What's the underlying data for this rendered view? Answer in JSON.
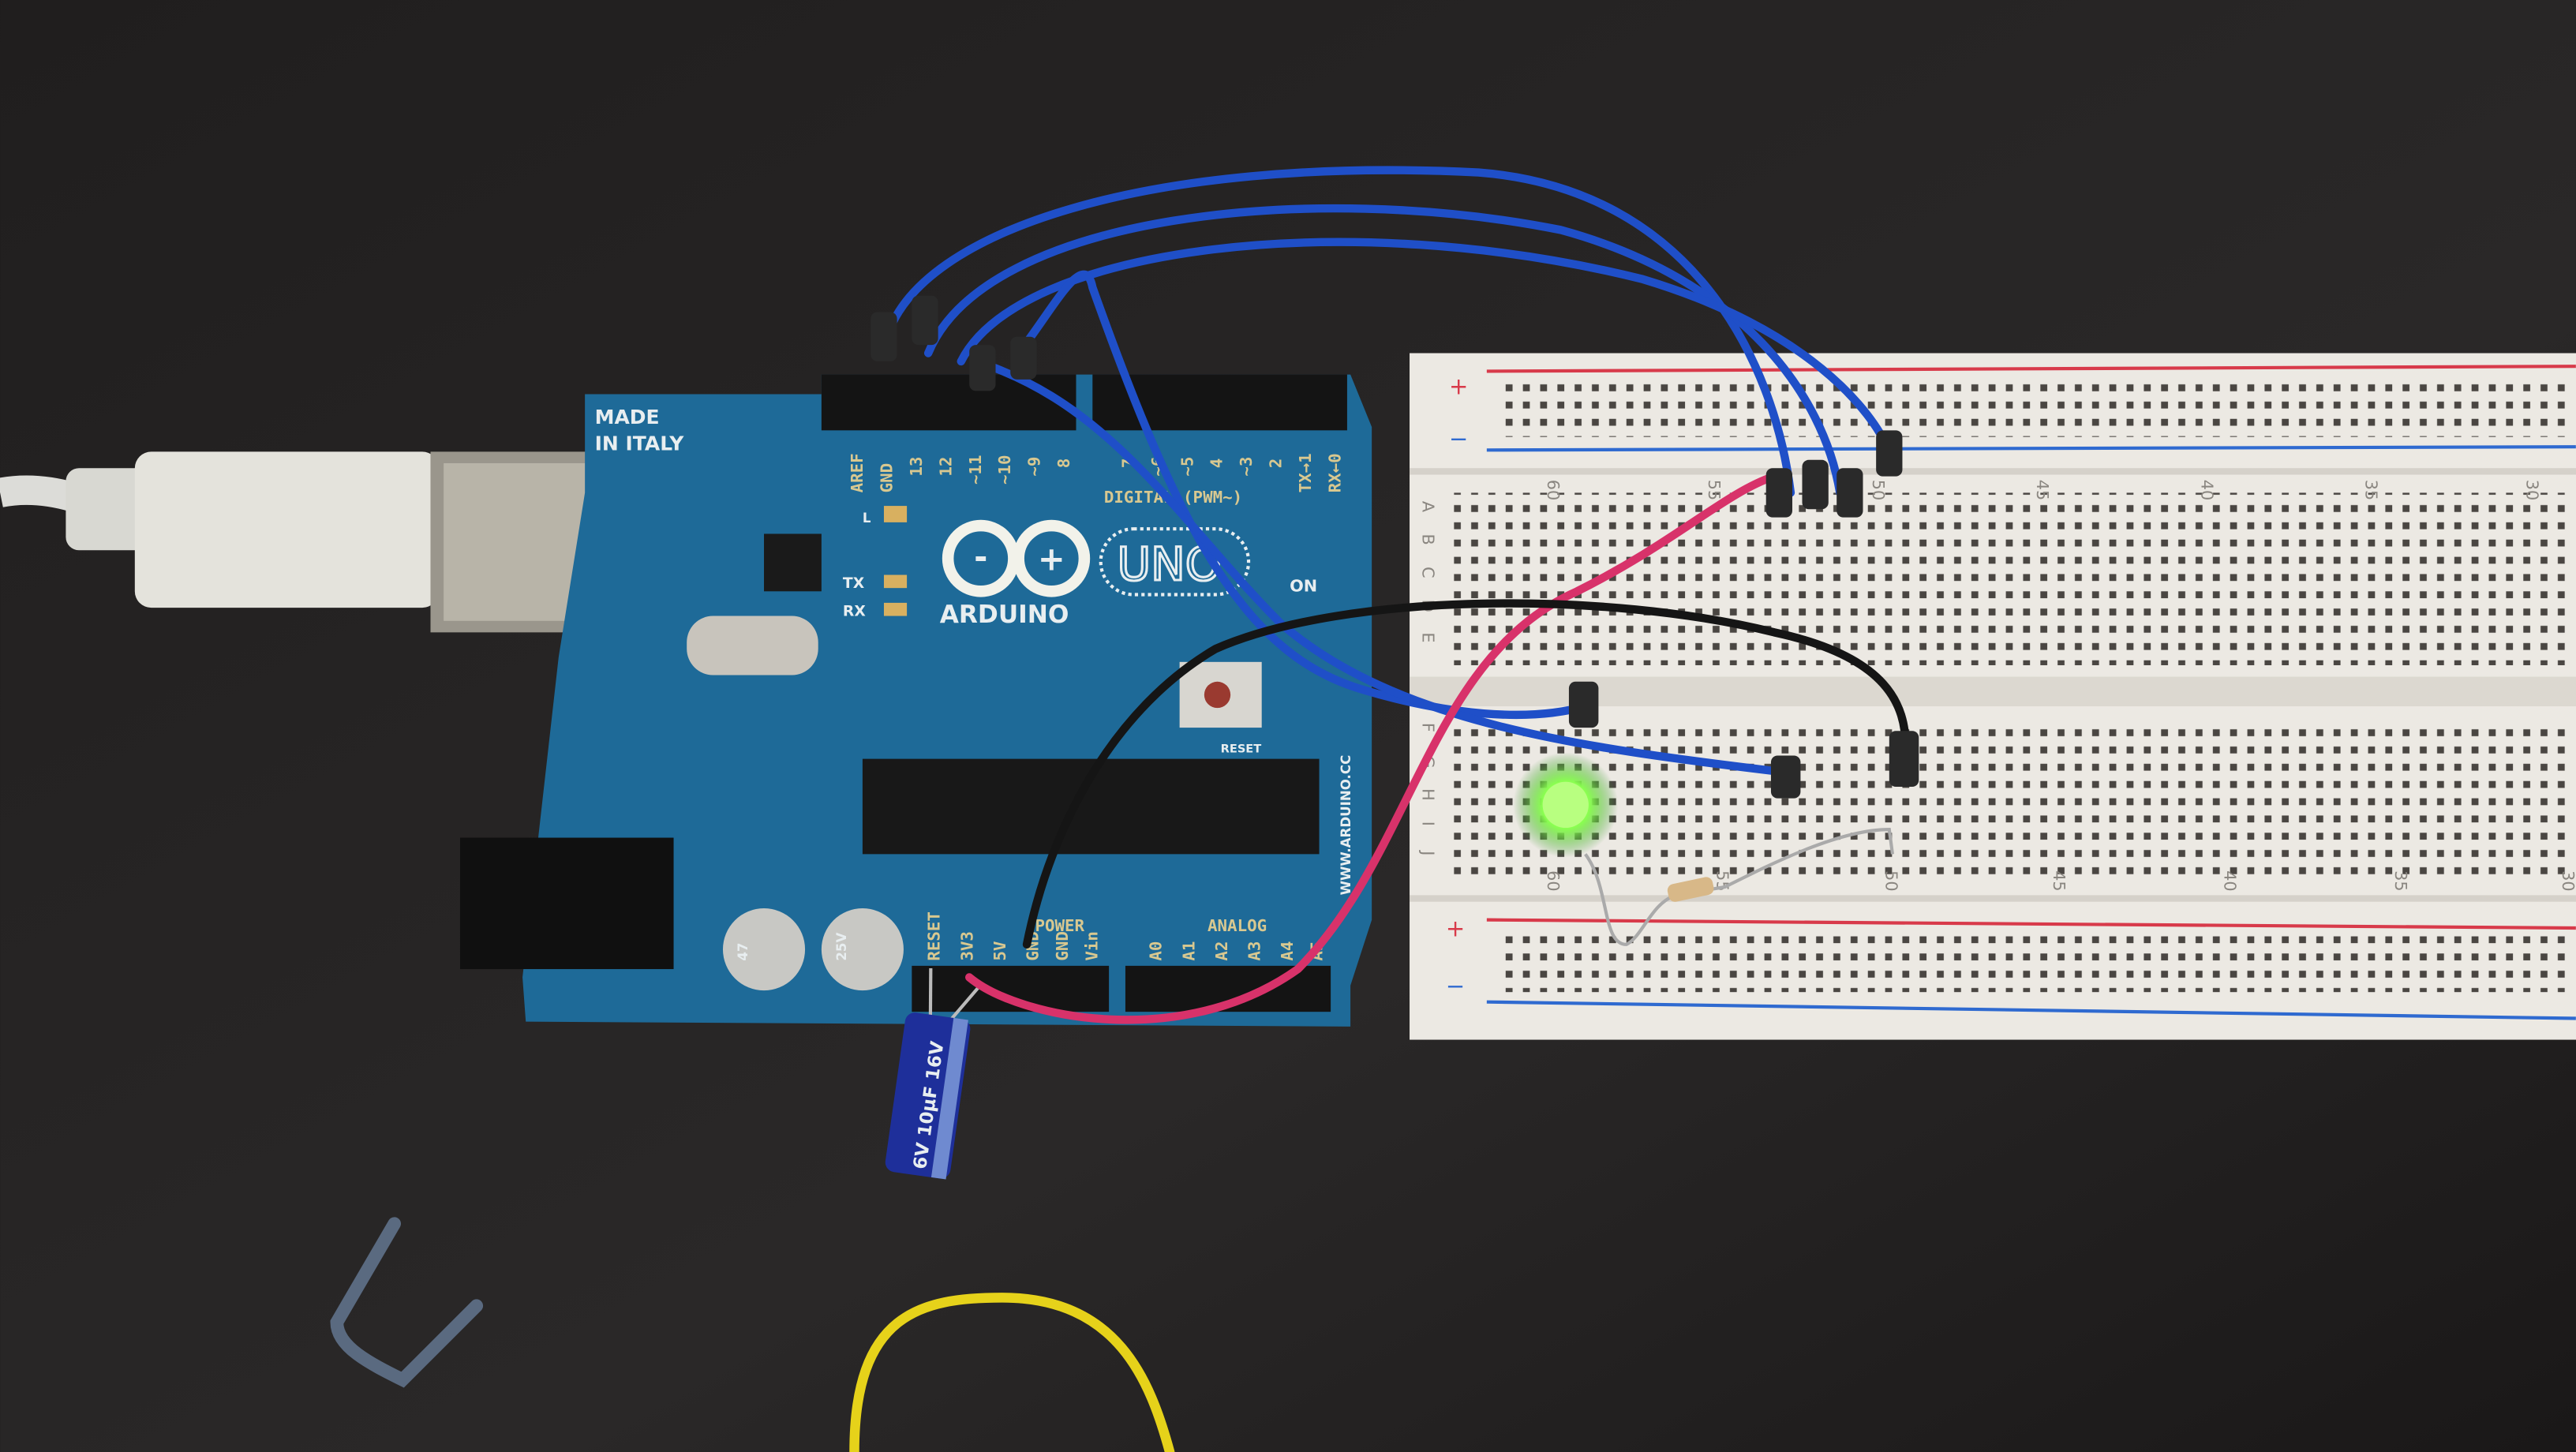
{
  "board": {
    "made_in": "MADE",
    "made_in_2": "IN ITALY",
    "brand": "ARDUINO",
    "model": "UNO",
    "digital_label": "DIGITAL (PWM~)",
    "on_label": "ON",
    "tx_label": "TX",
    "rx_label": "RX",
    "l_label": "L",
    "power_label": "POWER",
    "analog_label": "ANALOG",
    "reset_label": "RESET",
    "website": "WWW.ARDUINO.CC",
    "top_pins": [
      "AREF",
      "GND",
      "13",
      "12",
      "~11",
      "~10",
      "~9",
      "8",
      "7",
      "~6",
      "~5",
      "4",
      "~3",
      "2",
      "TX→1",
      "RX←0"
    ],
    "power_pins": [
      "RESET",
      "3V3",
      "5V",
      "GND",
      "GND",
      "Vin"
    ],
    "analog_pins": [
      "A0",
      "A1",
      "A2",
      "A3",
      "A4",
      "A5"
    ],
    "smd_caps": [
      "47",
      "25V"
    ]
  },
  "capacitor": {
    "label": "6V  10µF 16V"
  },
  "breadboard": {
    "column_numbers": [
      "60",
      "55",
      "50",
      "45",
      "40",
      "35",
      "30"
    ],
    "rows_top": [
      "A",
      "B",
      "C",
      "D",
      "E"
    ],
    "rows_bottom": [
      "F",
      "G",
      "H",
      "I",
      "J"
    ],
    "plus": "+",
    "minus": "−"
  },
  "colors": {
    "board": "#1e6a98",
    "breadboard": "#ece9e3",
    "wire_blue": "#1f4fc8",
    "wire_pink": "#d8326a",
    "wire_black": "#151515",
    "wire_yellow": "#e6d21a",
    "led": "#9cff6a",
    "rail_red": "#d83a4a",
    "rail_blue": "#2f6ad0"
  }
}
